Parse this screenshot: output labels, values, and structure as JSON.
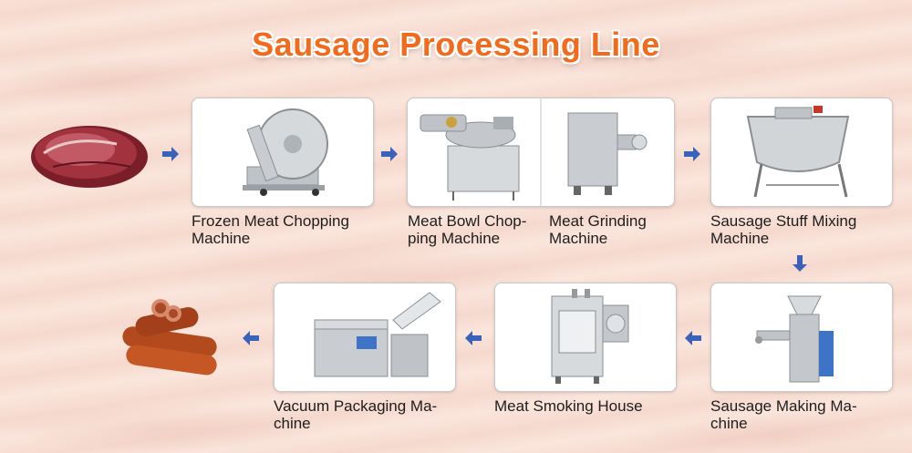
{
  "title": "Sausage Processing Line",
  "steps": [
    {
      "line1": "Frozen Meat Chopping",
      "line2": "Machine",
      "icon": "frozen-meat-chopper-icon"
    },
    {
      "line1": "Meat Bowl Chop-",
      "line2": "ping Machine",
      "icon": "bowl-chopper-icon"
    },
    {
      "line1": "Meat Grinding",
      "line2": "Machine",
      "icon": "meat-grinder-icon"
    },
    {
      "line1": "Sausage Stuff Mixing",
      "line2": "Machine",
      "icon": "mixer-icon"
    },
    {
      "line1": "Sausage Making Ma-",
      "line2": "chine",
      "icon": "sausage-stuffer-icon"
    },
    {
      "line1": "Meat Smoking House",
      "line2": "",
      "icon": "smoke-house-icon"
    },
    {
      "line1": "Vacuum Packaging Ma-",
      "line2": "chine",
      "icon": "vacuum-packer-icon"
    }
  ],
  "colors": {
    "title": "#f26a1b",
    "arrow": "#3a62b8",
    "card_border": "#c9c9c9"
  }
}
